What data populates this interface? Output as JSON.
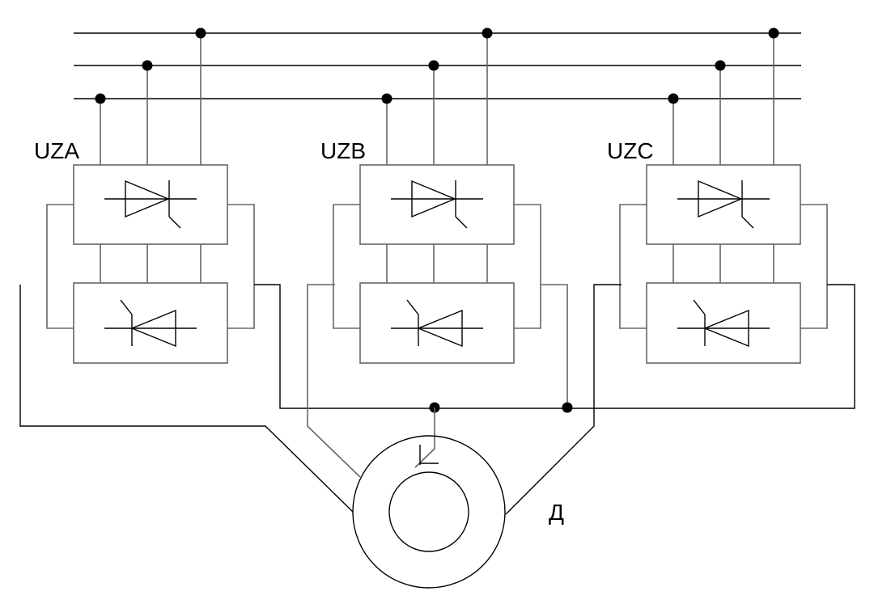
{
  "diagram": {
    "units": [
      {
        "label": "UZA"
      },
      {
        "label": "UZB"
      },
      {
        "label": "UZC"
      }
    ],
    "motor_label": "Д",
    "colors": {
      "line": "#000000",
      "dot": "#000000",
      "background": "#ffffff"
    }
  }
}
